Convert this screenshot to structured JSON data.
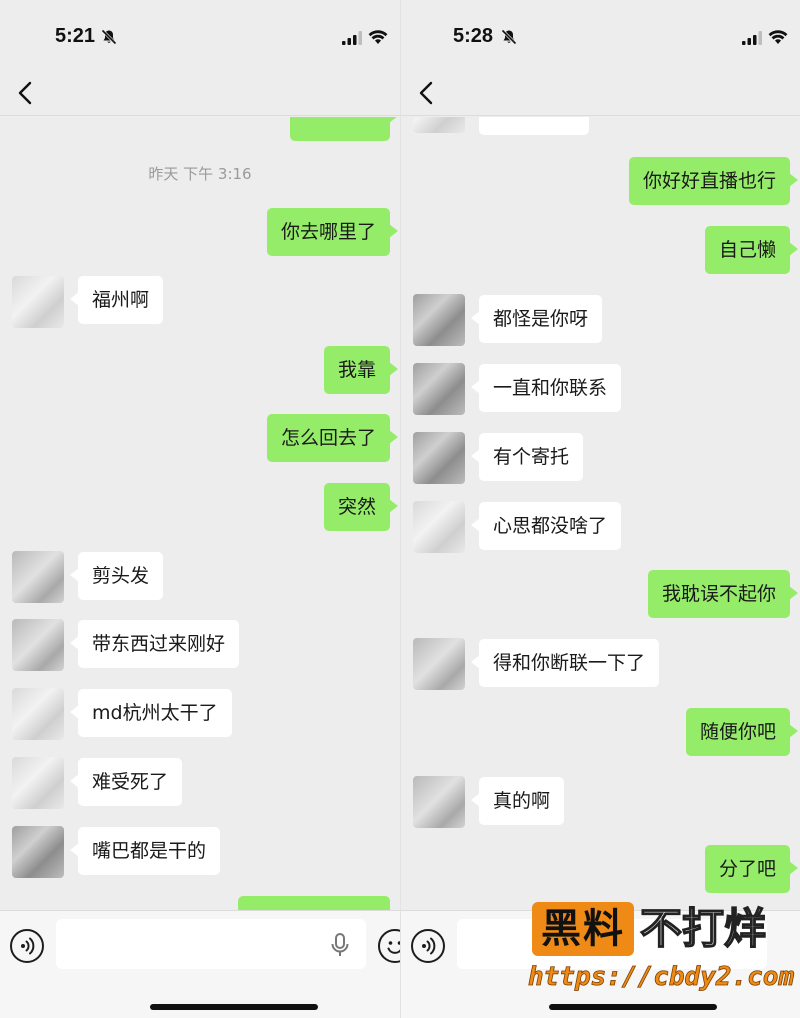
{
  "left": {
    "status_time": "5:21",
    "timestamp": "昨天 下午 3:16",
    "messages": [
      {
        "from": "me",
        "text": "你去哪里了"
      },
      {
        "from": "them",
        "text": "福州啊"
      },
      {
        "from": "me",
        "text": "我靠"
      },
      {
        "from": "me",
        "text": "怎么回去了"
      },
      {
        "from": "me",
        "text": "突然"
      },
      {
        "from": "them",
        "text": "剪头发"
      },
      {
        "from": "them",
        "text": "带东西过来刚好"
      },
      {
        "from": "them",
        "text": "md杭州太干了"
      },
      {
        "from": "them",
        "text": "难受死了"
      },
      {
        "from": "them",
        "text": "嘴巴都是干的"
      }
    ]
  },
  "right": {
    "status_time": "5:28",
    "messages": [
      {
        "from": "me",
        "text": "你好好直播也行"
      },
      {
        "from": "me",
        "text": "自己懒"
      },
      {
        "from": "them",
        "text": "都怪是你呀"
      },
      {
        "from": "them",
        "text": "一直和你联系"
      },
      {
        "from": "them",
        "text": "有个寄托"
      },
      {
        "from": "them",
        "text": "心思都没啥了"
      },
      {
        "from": "me",
        "text": "我耽误不起你"
      },
      {
        "from": "them",
        "text": "得和你断联一下了"
      },
      {
        "from": "me",
        "text": "随便你吧"
      },
      {
        "from": "them",
        "text": "真的啊"
      },
      {
        "from": "me",
        "text": "分了吧"
      }
    ]
  },
  "watermark": {
    "badge": "黑料",
    "text": "不打烊",
    "url": "https://cbdy2.com"
  },
  "colors": {
    "outgoing_bubble": "#95ec69",
    "incoming_bubble": "#ffffff",
    "background": "#ededed",
    "watermark_orange": "#f08a16"
  }
}
